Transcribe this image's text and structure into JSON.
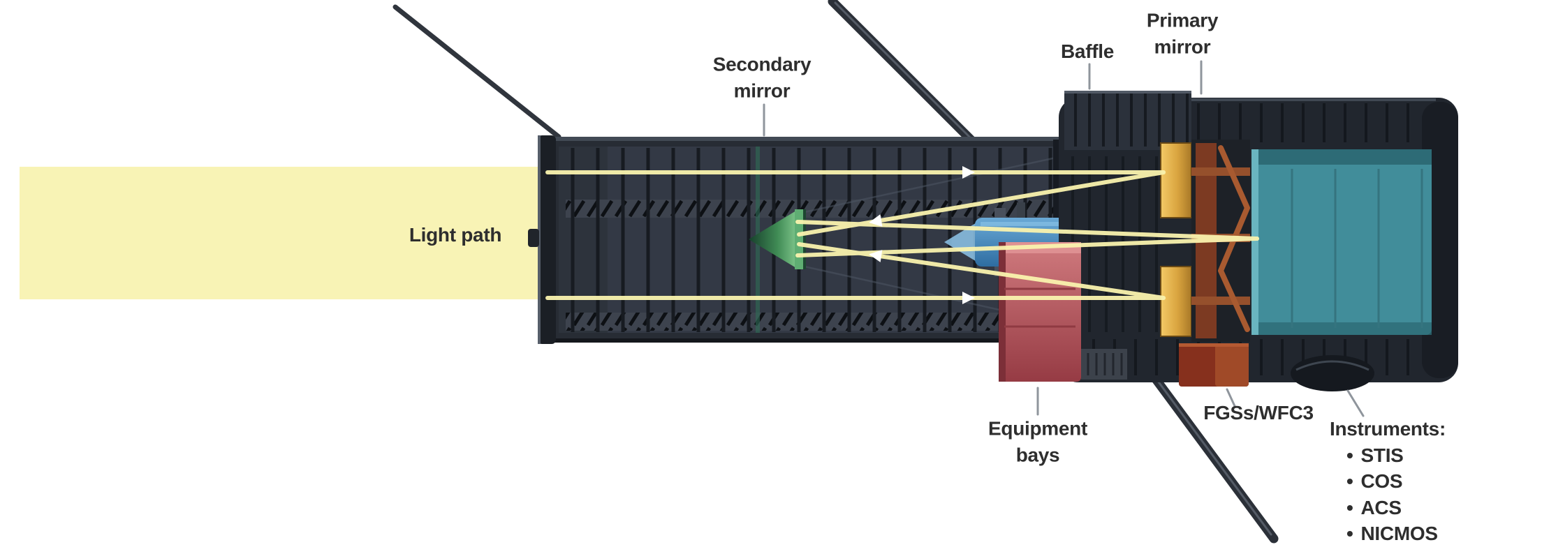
{
  "diagram": {
    "labels": {
      "light_path": "Light path",
      "secondary_mirror_line1": "Secondary",
      "secondary_mirror_line2": "mirror",
      "baffle": "Baffle",
      "primary_mirror_line1": "Primary",
      "primary_mirror_line2": "mirror",
      "equipment_bays_line1": "Equipment",
      "equipment_bays_line2": "bays",
      "fgs_wfc3": "FGSs/WFC3",
      "instruments_heading": "Instruments:",
      "instruments": [
        "STIS",
        "COS",
        "ACS",
        "NICMOS"
      ],
      "bullet": "•"
    },
    "colors": {
      "light_beam": "#f8f3b5",
      "light_ray": "#faf3ae",
      "tube_dark": "#272c34",
      "secondary_mirror_green": "#4f9f63",
      "central_baffle_blue": "#3c84bb",
      "primary_mirror_gold": "#d9a43f",
      "aft_instrument_teal": "#418d9a",
      "equipment_bay_red": "#b04a52",
      "fgs_maroon": "#86301d",
      "label_text": "#2e2e2e",
      "leader_line": "#8f959c"
    }
  }
}
